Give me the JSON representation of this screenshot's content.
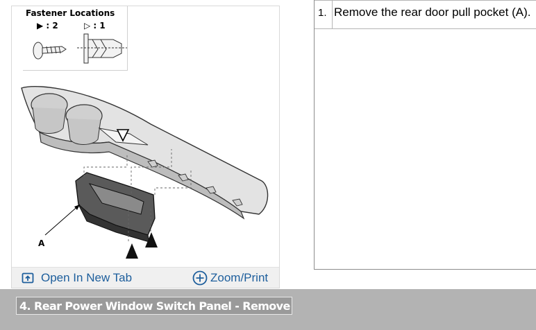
{
  "figure": {
    "fastener_title": "Fastener Locations",
    "fastener_filled_count": "▶ : 2",
    "fastener_open_count": "▷ : 1",
    "part_label": "A"
  },
  "links": {
    "open_new_tab": "Open In New Tab",
    "zoom_print": "Zoom/Print"
  },
  "steps": [
    {
      "number": "1.",
      "text": "Remove the rear door pull pocket (A)."
    }
  ],
  "section": {
    "title": "4. Rear Power Window Switch Panel - Remove"
  },
  "colors": {
    "link": "#1d5e9c",
    "section_bar": "#b3b3b3",
    "section_title_bg": "#9a9a9a"
  },
  "icons": [
    "open-in-new-tab-icon",
    "zoom-plus-icon"
  ]
}
